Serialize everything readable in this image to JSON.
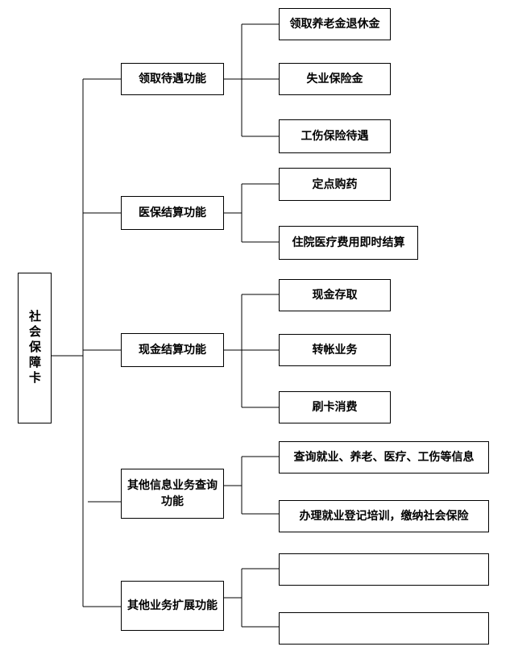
{
  "root": {
    "label": "社会保障卡"
  },
  "branches": [
    {
      "label": "领取待遇功能",
      "children": [
        "领取养老金退休金",
        "失业保险金",
        "工伤保险待遇"
      ]
    },
    {
      "label": "医保结算功能",
      "children": [
        "定点购药",
        "住院医疗费用即时结算"
      ]
    },
    {
      "label": "现金结算功能",
      "children": [
        "现金存取",
        "转帐业务",
        "刷卡消费"
      ]
    },
    {
      "label": "其他信息业务查询功能",
      "children": [
        "查询就业、养老、医疗、工伤等信息",
        "办理就业登记培训，缴纳社会保险"
      ]
    },
    {
      "label": "其他业务扩展功能",
      "children": [
        "",
        ""
      ]
    }
  ]
}
